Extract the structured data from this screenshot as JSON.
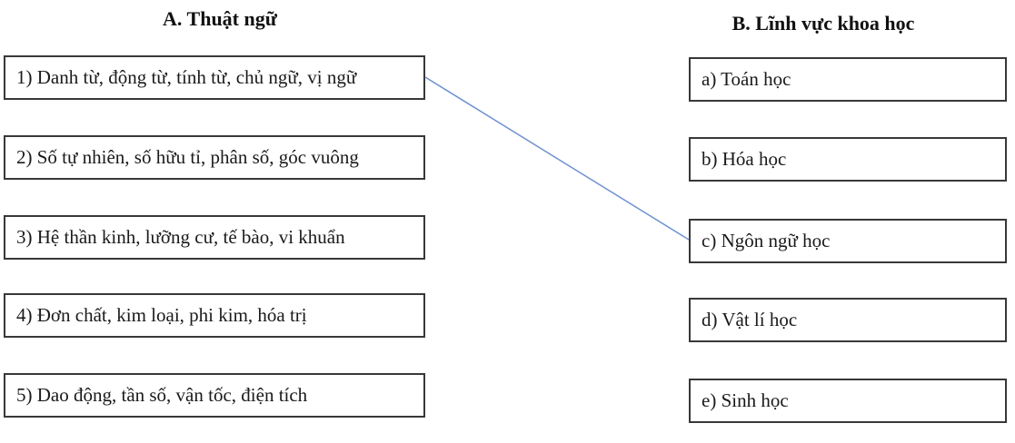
{
  "column_a": {
    "header": "A. Thuật ngữ",
    "items": [
      "1) Danh từ, động từ, tính từ, chủ ngữ, vị ngữ",
      "2) Số tự nhiên, số hữu tỉ, phân số, góc vuông",
      "3) Hệ thần kinh, lưỡng cư, tế bào, vi khuẩn",
      "4) Đơn chất, kim loại, phi kim, hóa trị",
      "5) Dao động, tần số, vận tốc, điện tích"
    ]
  },
  "column_b": {
    "header": "B. Lĩnh vực khoa học",
    "items": [
      "a) Toán học",
      "b) Hóa học",
      "c) Ngôn ngữ học",
      "d) Vật lí học",
      "e) Sinh học"
    ]
  },
  "connection": {
    "from_item": "1",
    "to_item": "c",
    "color": "#6e91d2"
  },
  "colors": {
    "box_border": "#383838",
    "text": "#1a1a1a"
  }
}
